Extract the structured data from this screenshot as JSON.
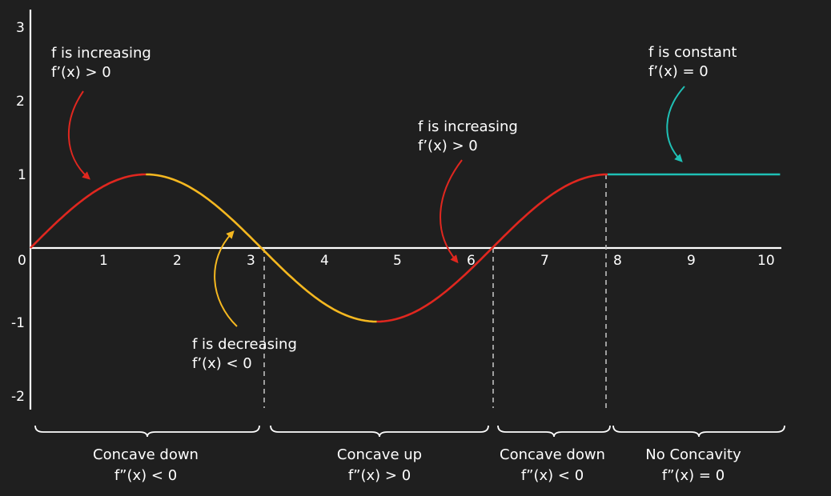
{
  "colors": {
    "background": "#1f1f1f",
    "axis": "#ffffff",
    "increasing": "#e0271f",
    "decreasing": "#f5b820",
    "constant": "#1fc0b5",
    "divider": "#bfbfbf",
    "text": "#ffffff"
  },
  "chart_data": {
    "type": "line",
    "title": "",
    "xlim": [
      0,
      10
    ],
    "ylim": [
      -2,
      3
    ],
    "x_ticks": [
      "0",
      "1",
      "2",
      "3",
      "4",
      "5",
      "6",
      "7",
      "8",
      "9",
      "10"
    ],
    "y_ticks": [
      "3",
      "2",
      "1",
      "-1",
      "-2"
    ],
    "curve": "f(x) = sin(x) for 0 ≤ x ≤ 5π/2, then f(x) = 1",
    "segments": [
      {
        "x": [
          0,
          1.5708
        ],
        "color_role": "increasing",
        "label": "f increasing"
      },
      {
        "x": [
          1.5708,
          4.7124
        ],
        "color_role": "decreasing",
        "label": "f decreasing"
      },
      {
        "x": [
          4.7124,
          7.854
        ],
        "color_role": "increasing",
        "label": "f increasing"
      },
      {
        "x": [
          7.854,
          10.2
        ],
        "color_role": "constant",
        "label": "f constant"
      }
    ],
    "dividers_x": [
      3.1416,
      6.2832,
      7.854
    ]
  },
  "annotations": [
    {
      "line1": "f is increasing",
      "line2": "f’(x) > 0"
    },
    {
      "line1": "f is increasing",
      "line2": "f’(x) > 0"
    },
    {
      "line1": "f is decreasing",
      "line2": "f’(x) < 0"
    },
    {
      "line1": "f is constant",
      "line2": "f’(x) = 0"
    }
  ],
  "regions": [
    {
      "label": "Concave down",
      "formula": "f”(x) < 0"
    },
    {
      "label": "Concave up",
      "formula": "f”(x) > 0"
    },
    {
      "label": "Concave down",
      "formula": "f”(x) < 0"
    },
    {
      "label": "No Concavity",
      "formula": "f”(x) = 0"
    }
  ]
}
